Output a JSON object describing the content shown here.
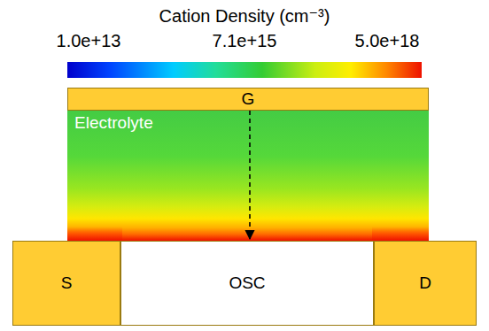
{
  "diagram": {
    "nodes": [
      {
        "text": [
          "G"
        ]
      },
      {
        "text": [
          "Electrolyte"
        ]
      },
      {
        "text": [
          "S"
        ]
      },
      {
        "text": [
          "OSC"
        ]
      },
      {
        "text": [
          "D"
        ]
      }
    ],
    "edges": [
      {
        "from": 0,
        "to": 3,
        "arrow": "to"
      }
    ],
    "labels": [
      "Cation Density (cm⁻³)",
      "1.0e+13",
      "7.1e+15",
      "5.0e+18"
    ]
  }
}
